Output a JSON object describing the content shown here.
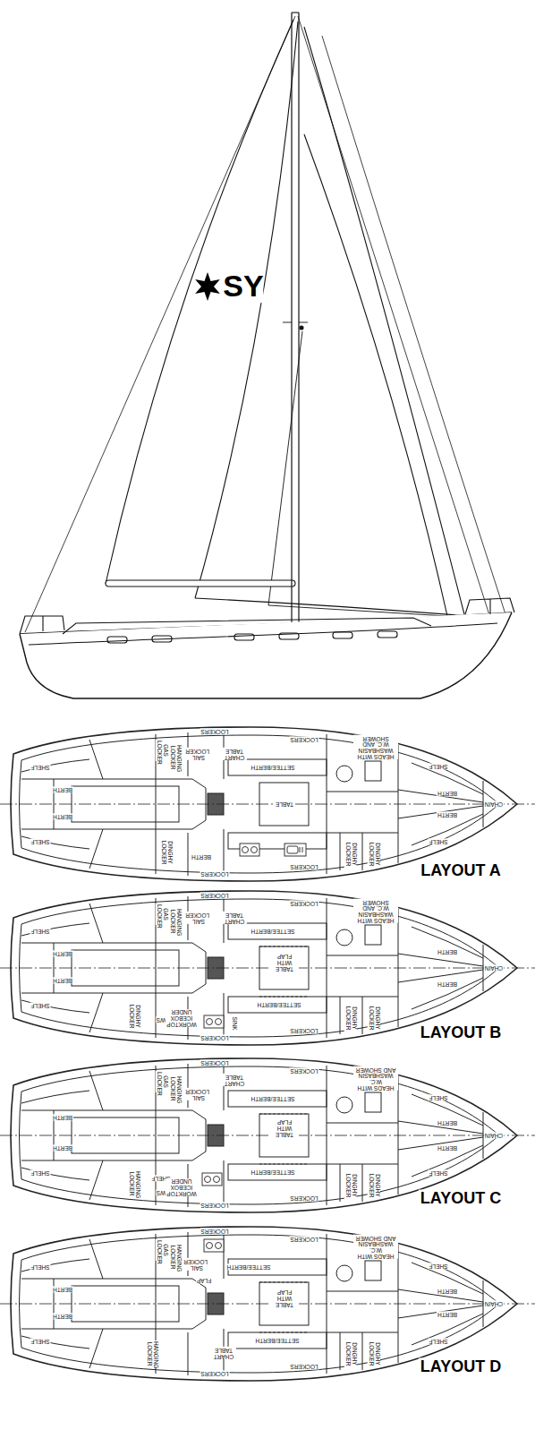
{
  "diagram": {
    "labels": [
      "SY",
      "LOCKERS",
      "LOCKERS",
      "CHART TABLE",
      "SETTEE/BERTH",
      "HEADS WITH WASHBASIN W.C. AND SHOWER",
      "SHELF",
      "GAS LOCKER",
      "HANGING LOCKER",
      "SAIL LOCKER",
      "SHELF",
      "BERTH",
      "BERTH",
      "TABLE",
      "BERTH",
      "BERTH",
      "CHAIN",
      "SHELF",
      "SHELF",
      "DINGHY LOCKER",
      "BERTH",
      "LOCKERS",
      "LOCKERS",
      "DINGHY LOCKER",
      "DINGHY LOCKER",
      "LAYOUT A",
      "LOCKERS",
      "LOCKERS",
      "CHART TABLE",
      "SETTEE/BERTH",
      "HEADS WITH WASHBASIN W.C. AND SHOWER",
      "SHELF",
      "GAS LOCKER",
      "HANGING LOCKER",
      "SAIL LOCKER",
      "BERTH",
      "BERTH",
      "TABLE WITH FLAP",
      "BERTH",
      "BERTH",
      "CHAIN",
      "SHELF",
      "DINGHY LOCKER",
      "WS",
      "WORKTOP ICEBOX UNDER",
      "SINK",
      "SETTEE/BERTH",
      "LOCKERS",
      "LOCKERS",
      "DINGHY LOCKER",
      "DINGHY LOCKER",
      "LAYOUT B",
      "LOCKERS",
      "CHART TABLE",
      "LOCKERS",
      "GAS LOCKER",
      "HANGING LOCKER",
      "SAIL LOCKER",
      "SETTEE/BERTH",
      "HEADS WITH W.C. WASHBASIN AND SHOWER",
      "SHELF",
      "TABLE WITH FLAP",
      "BERTH",
      "BERTH",
      "BERTH",
      "BERTH",
      "CHAIN",
      "SHELF",
      "SHELF",
      "HANGING LOCKER",
      "SHELF",
      "WS",
      "WORKTOP ICEBOX UNDER",
      "SETTEE/BERTH",
      "LOCKERS",
      "LOCKERS",
      "DINGHY LOCKER",
      "DINGHY LOCKER",
      "LAYOUT C",
      "LOCKERS",
      "LOCKERS",
      "GAS LOCKER",
      "HANGING LOCKER",
      "SAIL LOCKER",
      "FLAP",
      "SETTEE/BERTH",
      "TABLE WITH FLAP",
      "HEADS WITH W.C. WASHBASIN AND SHOWER",
      "SHELF",
      "SHELF",
      "BERTH",
      "BERTH",
      "BERTH",
      "BERTH",
      "CHAIN",
      "SHELF",
      "SHELF",
      "HANGING LOCKER",
      "CHART TABLE",
      "SETTEE/BERTH",
      "LOCKERS",
      "LOCKERS",
      "DINGHY LOCKER",
      "DINGHY LOCKER",
      "LAYOUT D"
    ]
  }
}
